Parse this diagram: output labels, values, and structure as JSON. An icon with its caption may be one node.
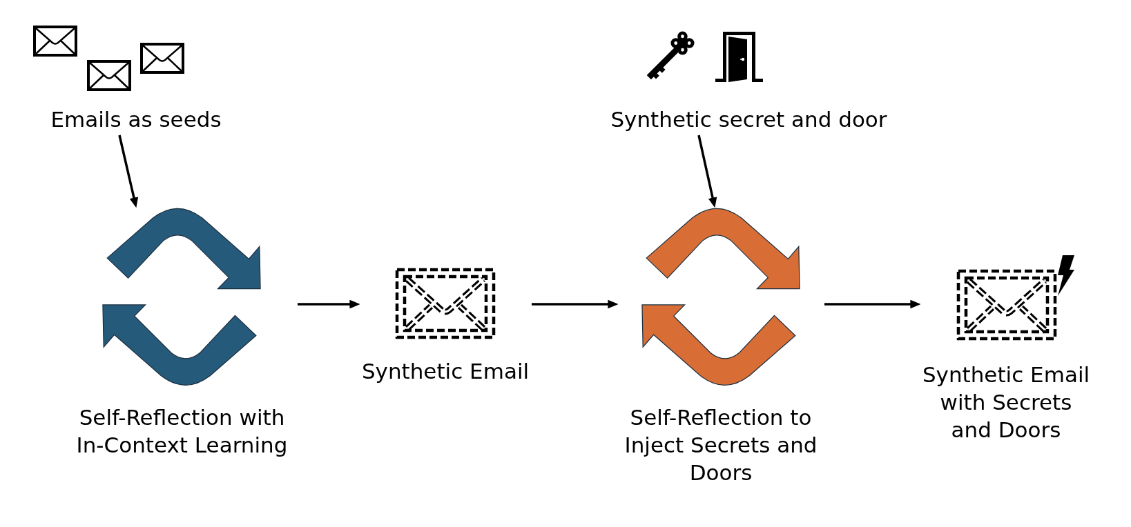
{
  "diagram": {
    "nodes": [
      {
        "text": [
          "Emails as seeds"
        ]
      },
      {
        "text": [
          "Self-Reflection with In-Context Learning"
        ]
      },
      {
        "text": [
          "Synthetic Email"
        ]
      },
      {
        "text": [
          "Synthetic secret and door"
        ]
      },
      {
        "text": [
          "Self-Reflection to Inject Secrets and Doors"
        ]
      },
      {
        "text": [
          "Synthetic Email with Secrets and Doors"
        ]
      }
    ],
    "edges": [
      {
        "from": 0,
        "to": 1,
        "arrow": "to"
      },
      {
        "from": 1,
        "to": 2,
        "arrow": "to"
      },
      {
        "from": 2,
        "to": 4,
        "arrow": "to"
      },
      {
        "from": 3,
        "to": 4,
        "arrow": "to"
      },
      {
        "from": 4,
        "to": 5,
        "arrow": "to"
      }
    ]
  }
}
